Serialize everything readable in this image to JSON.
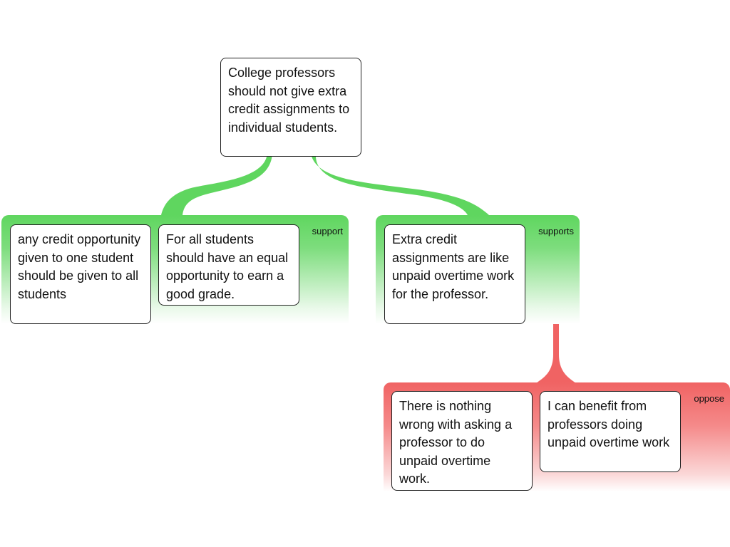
{
  "claim": {
    "text": "College professors should not give extra credit assignments to individual students."
  },
  "groups": {
    "support_left": {
      "label": "support",
      "color": "#5fd65f",
      "reasons": [
        {
          "text": "any credit opportunity given to one student should be given to all students"
        },
        {
          "text": "For all students should have an equal opportunity to earn a good grade."
        }
      ]
    },
    "support_right": {
      "label": "supports",
      "color": "#5fd65f",
      "reasons": [
        {
          "text": "Extra credit assignments are like unpaid overtime work for the professor."
        }
      ]
    },
    "oppose": {
      "label": "oppose",
      "color": "#f06363",
      "reasons": [
        {
          "text": "There is nothing wrong with asking a professor to do unpaid overtime work."
        },
        {
          "text": "I can benefit from professors doing unpaid overtime work"
        }
      ]
    }
  }
}
